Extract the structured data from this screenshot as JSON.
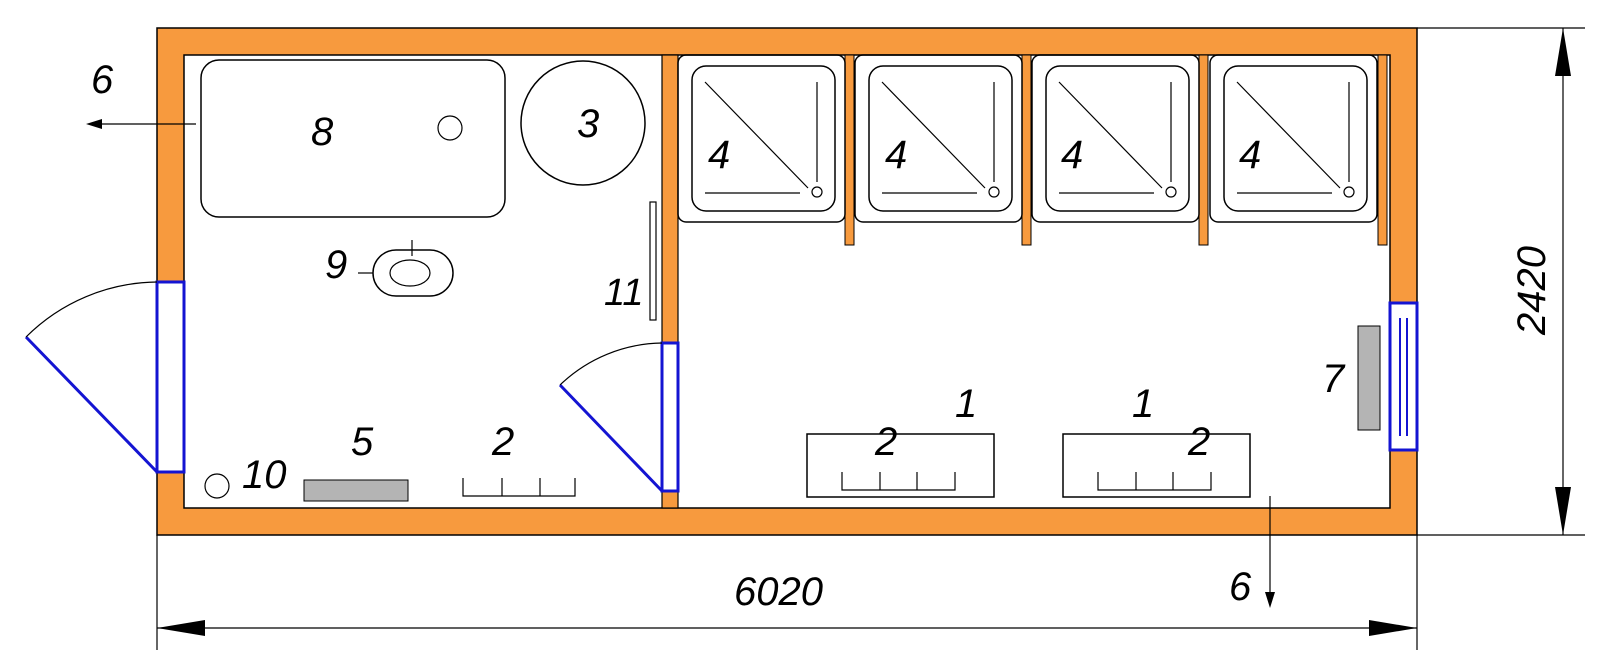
{
  "labels": {
    "bed": "1",
    "bench": "2",
    "tank": "3",
    "shower": "4",
    "heater": "5",
    "drain": "6",
    "radiator": "7",
    "tray": "8",
    "sink": "9",
    "floor_drain": "10",
    "mirror": "11"
  },
  "dimensions": {
    "length": "6020",
    "width": "2420"
  },
  "colors": {
    "wall": "#F79A3E",
    "door": "#1414D2",
    "equipment": "#B4B4B4"
  }
}
